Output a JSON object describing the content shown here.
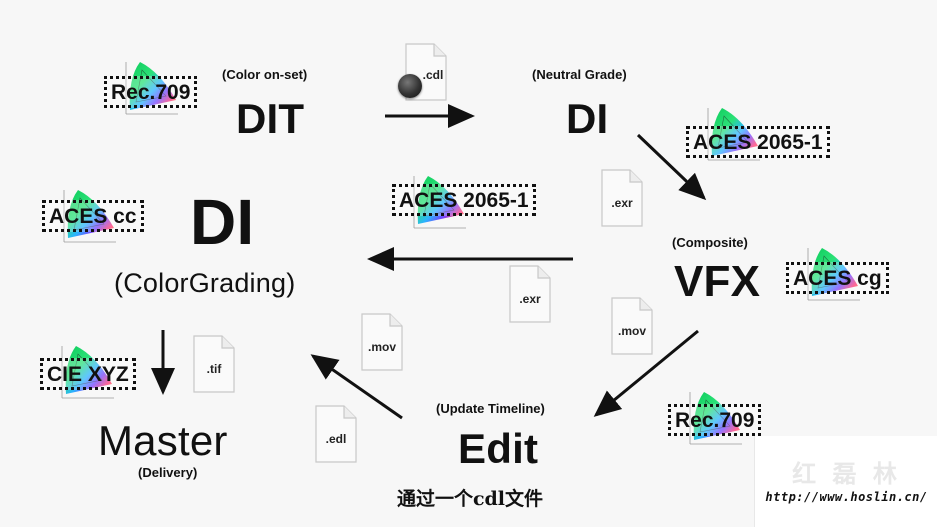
{
  "stages": {
    "dit": {
      "title": "DIT",
      "subtitle": "Color on-set"
    },
    "di_neutral": {
      "title": "DI",
      "subtitle": "Neutral Grade"
    },
    "vfx": {
      "title": "VFX",
      "subtitle": "Composite"
    },
    "edit": {
      "title": "Edit",
      "subtitle": "Update Timeline"
    },
    "di_main": {
      "title": "DI",
      "subtitle": "ColorGrading"
    },
    "master": {
      "title": "Master",
      "subtitle": "Delivery"
    }
  },
  "gamuts": {
    "dit": "Rec.709",
    "di_neutral": "ACES 2065-1",
    "vfx": "ACES cg",
    "edit": "Rec.709",
    "transfer": "ACES 2065-1",
    "di_main": "ACES cc",
    "master": "CIE XYZ"
  },
  "files": {
    "cdl": ".cdl",
    "exr_top": ".exr",
    "exr_mid": ".exr",
    "mov_right": ".mov",
    "mov_left": ".mov",
    "edl": ".edl",
    "tif": ".tif"
  },
  "paren_open": "(",
  "paren_close": ")",
  "caption": "通过一个cdl文件",
  "watermark": {
    "logo": "红 磊 林",
    "url": "http://www.hoslin.cn/"
  }
}
